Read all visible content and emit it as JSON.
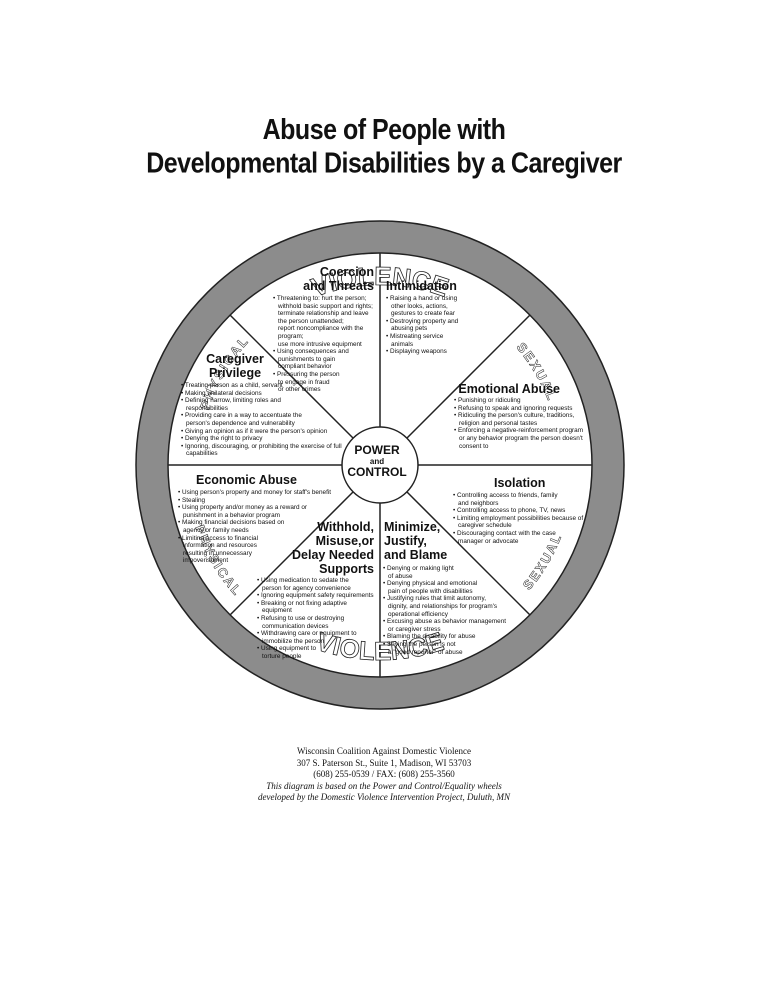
{
  "title_line1": "Abuse of People with",
  "title_line2": "Developmental Disabilities by a Caregiver",
  "rim": {
    "top_violence": "VIOLENCE",
    "bottom_violence": "VIOLENCE",
    "top_left": "PHYSICAL",
    "top_right": "SEXUAL",
    "bottom_left": "PHYSICAL",
    "bottom_right": "SEXUAL"
  },
  "center": {
    "line1": "POWER",
    "line2": "and",
    "line3": "CONTROL"
  },
  "sections": {
    "coercion": {
      "title": [
        "Coercion",
        "and Threats"
      ],
      "items": [
        "• Threatening to: hurt the person;",
        "withhold basic support and rights;",
        "terminate relationship and leave",
        "the person unattended;",
        "report noncompliance with the",
        "program;",
        "use more intrusive equipment",
        "• Using consequences and",
        "punishments to gain",
        "compliant behavior",
        "• Pressuring the person",
        "to engage in fraud",
        "or other crimes"
      ]
    },
    "intimidation": {
      "title": [
        "Intimidation"
      ],
      "items": [
        "• Raising a hand or using",
        "other looks, actions,",
        "gestures to create fear",
        "• Destroying property and",
        "abusing pets",
        "• Mistreating service",
        "animals",
        "• Displaying weapons"
      ]
    },
    "caregiver": {
      "title": [
        "Caregiver",
        "Privilege"
      ],
      "items": [
        "• Treating person as a child, servant",
        "• Making unilateral decisions",
        "• Defining narrow, limiting roles and",
        "responsibilities",
        "• Providing care in a way to accentuate the",
        "person's dependence and vulnerability",
        "• Giving an opinion as if it were the person's opinion",
        "• Denying the right to privacy",
        "• Ignoring, discouraging, or prohibiting the exercise of full",
        "capabilities"
      ]
    },
    "emotional": {
      "title": [
        "Emotional Abuse"
      ],
      "items": [
        "• Punishing or ridiculing",
        "• Refusing to speak and ignoring requests",
        "• Ridiculing the person's culture, traditions,",
        "religion and personal tastes",
        "• Enforcing a negative-reinforcement program",
        "or any behavior program the person doesn't",
        "consent to"
      ]
    },
    "economic": {
      "title": [
        "Economic Abuse"
      ],
      "items": [
        "• Using person's property and money for staff's benefit",
        "• Stealing",
        "• Using property and/or money as a reward or",
        "punishment in a behavior program",
        "• Making financial decisions based on",
        "agency or family needs",
        "• Limiting access to financial",
        "information and resources",
        "resulting in unnecessary",
        "impoverishment"
      ]
    },
    "isolation": {
      "title": [
        "Isolation"
      ],
      "items": [
        "• Controlling access to friends, family",
        "and neighbors",
        "• Controlling access to phone, TV, news",
        "• Limiting employment possibilities because of",
        "caregiver schedule",
        "• Discouraging contact with the case",
        "manager or advocate"
      ]
    },
    "withhold": {
      "title": [
        "Withhold,",
        "Misuse,or",
        "Delay Needed",
        "Supports"
      ],
      "items": [
        "• Using medication to sedate the",
        "person for agency convenience",
        "• Ignoring equipment safety requirements",
        "• Breaking or not fixing adaptive",
        "equipment",
        "• Refusing to use or destroying",
        "communication devices",
        "• Withdrawing care or equipment to",
        "immobilize the person",
        "• Using equipment to",
        "torture people"
      ]
    },
    "minimize": {
      "title": [
        "Minimize,",
        "Justify,",
        "and Blame"
      ],
      "items": [
        "• Denying or making light",
        "of abuse",
        "• Denying physical and emotional",
        "pain of people with disabilities",
        "• Justifying rules that limit autonomy,",
        "dignity, and relationships for program's",
        "operational efficiency",
        "• Excusing abuse as behavior management",
        "or caregiver stress",
        "• Blaming the disability for abuse",
        "• Saying the person is not",
        "a \"good reporter\" of abuse"
      ]
    }
  },
  "footer": {
    "line1": "Wisconsin Coalition Against Domestic Violence",
    "line2": "307 S. Paterson St., Suite 1, Madison, WI 53703",
    "line3": "(608) 255-0539 / FAX: (608) 255-3560",
    "line4": "This diagram is based on the Power and Control/Equality wheels",
    "line5": "developed by the Domestic Violence Intervention Project, Duluth, MN"
  }
}
